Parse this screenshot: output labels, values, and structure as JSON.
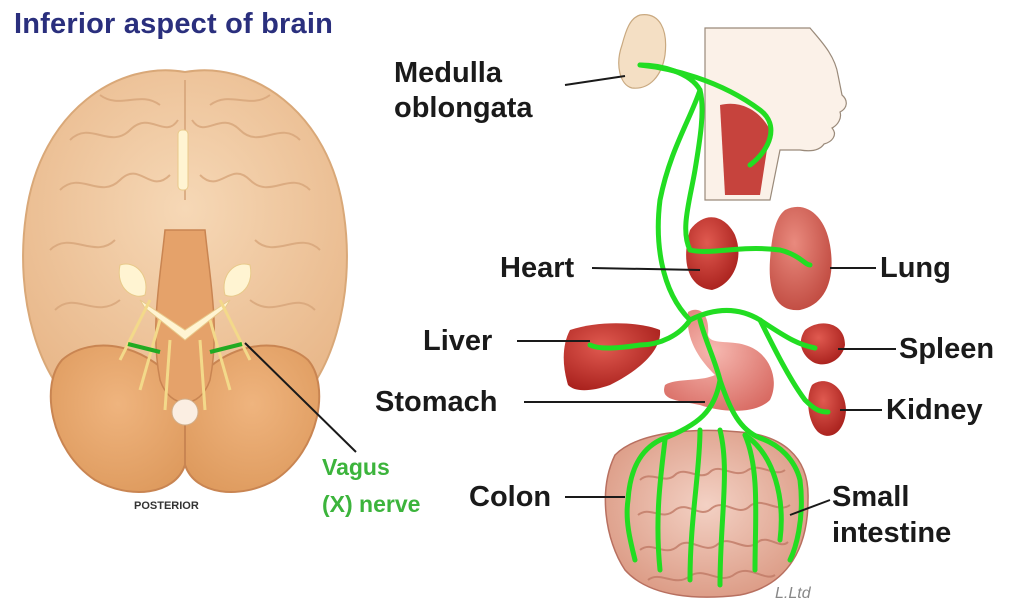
{
  "title": "Inferior aspect of brain",
  "posterior_label": "POSTERIOR",
  "nerve_label": {
    "line1": "Vagus",
    "line2": "(X) nerve"
  },
  "labels": {
    "medulla_line1": "Medulla",
    "medulla_line2": "oblongata",
    "heart": "Heart",
    "lung": "Lung",
    "liver": "Liver",
    "spleen": "Spleen",
    "stomach": "Stomach",
    "kidney": "Kidney",
    "colon": "Colon",
    "small_intestine_line1": "Small",
    "small_intestine_line2": "intestine"
  },
  "credit": "L.Ltd",
  "colors": {
    "title": "#2a2f7d",
    "nerve": "#22dd22",
    "brain": "#eec39a",
    "cerebellum": "#e8a870",
    "organ": "#c0302a",
    "stomach": "#e89090",
    "intestine": "#e8b0a0"
  }
}
